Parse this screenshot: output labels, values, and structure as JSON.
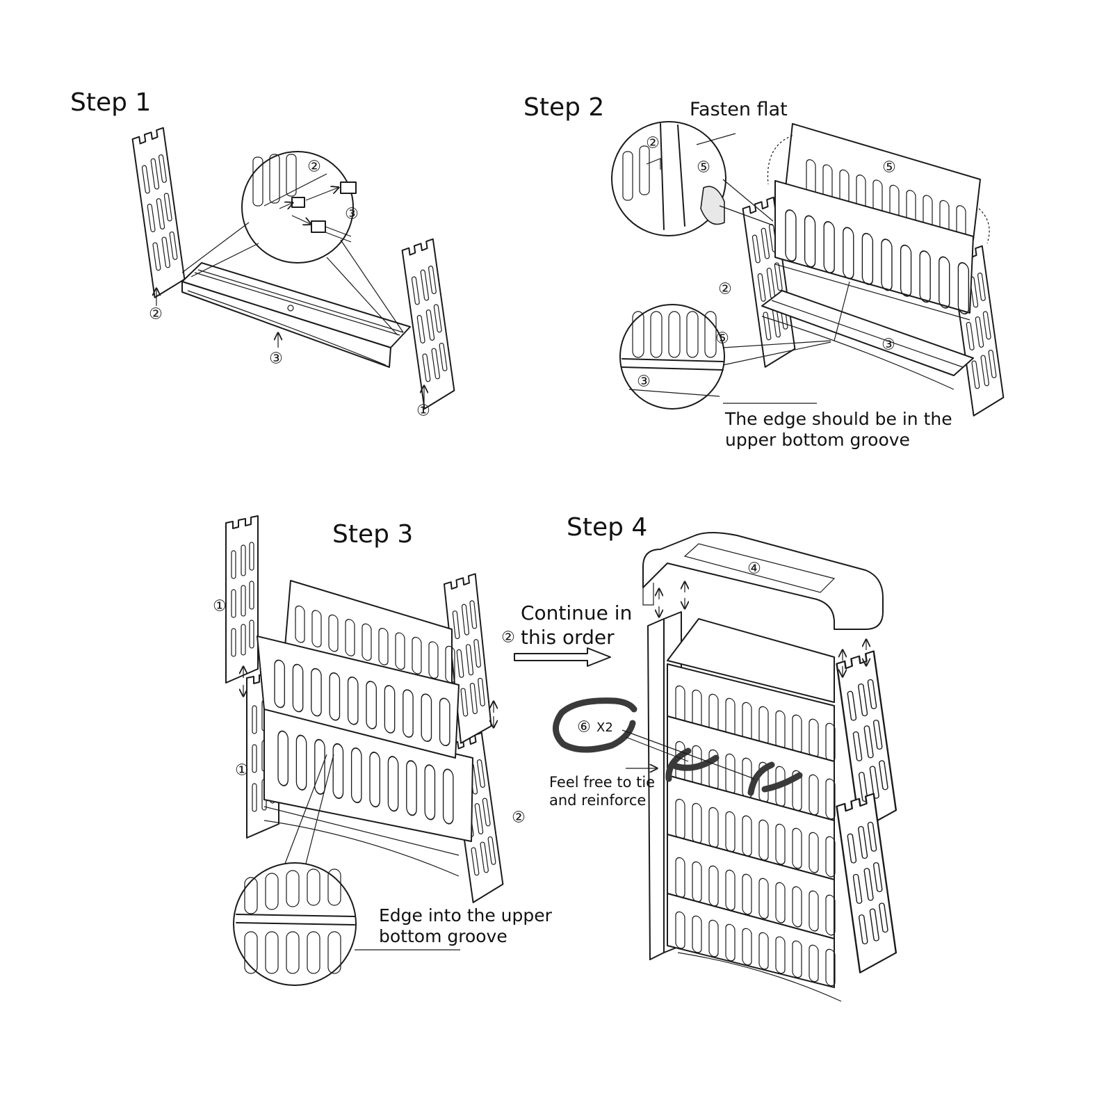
{
  "steps": [
    {
      "title": "Step 1"
    },
    {
      "title": "Step 2",
      "note": "Fasten flat",
      "caption_line1": "The edge should be in the",
      "caption_line2": "upper bottom groove"
    },
    {
      "title": "Step 3",
      "caption_line1": "Edge into the upper",
      "caption_line2": "bottom groove"
    },
    {
      "title": "Step 4",
      "continue_line1": "Continue in",
      "continue_line2": "this order",
      "tie_line1": "Feel free to tie",
      "tie_line2": "and reinforce",
      "strap_qty": "X2"
    }
  ],
  "parts": {
    "p1": "①",
    "p2": "②",
    "p3": "③",
    "p4": "④",
    "p5": "⑤",
    "p6": "⑥"
  },
  "colors": {
    "line": "#1a1a1a",
    "fill": "#ffffff",
    "strap": "#3a3a3a"
  }
}
